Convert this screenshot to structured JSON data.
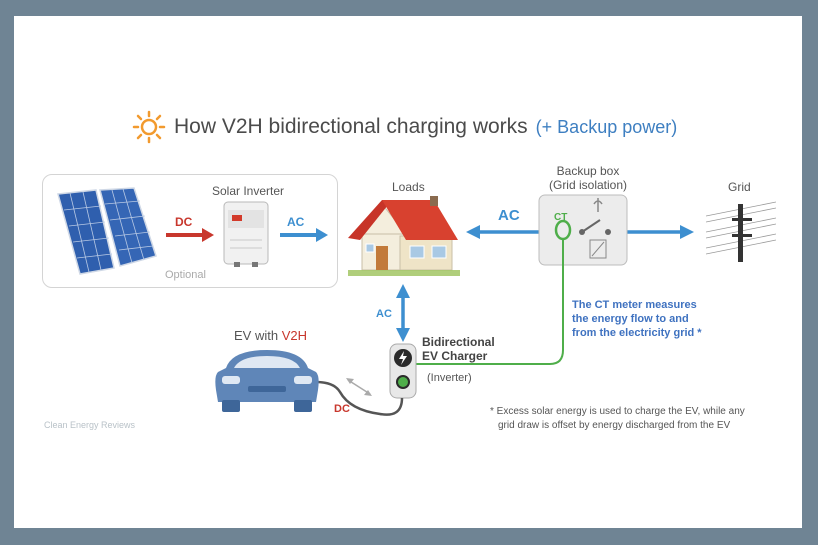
{
  "title": "How V2H bidirectional charging works",
  "title_sub": "(+ Backup power)",
  "solar": {
    "inverter_label": "Solar Inverter",
    "optional_label": "Optional",
    "dc_label": "DC",
    "ac_label": "AC"
  },
  "loads": {
    "label": "Loads"
  },
  "backup": {
    "title_line1": "Backup box",
    "title_line2": "(Grid isolation)",
    "ct_label": "CT"
  },
  "grid": {
    "label": "Grid"
  },
  "flows": {
    "ac_house_grid": "AC",
    "ac_vertical": "AC",
    "dc_car": "DC"
  },
  "ev": {
    "label_prefix": "EV with ",
    "label_highlight": "V2H"
  },
  "charger": {
    "line1": "Bidirectional",
    "line2": "EV Charger",
    "line3": "(Inverter)"
  },
  "ct_note": [
    "The CT meter measures",
    "the energy flow to and",
    "from the electricity grid *"
  ],
  "footnote": [
    "* Excess solar energy is used to charge the EV, while any",
    "grid draw is offset by energy discharged from the EV"
  ],
  "credit": "Clean Energy Reviews",
  "colors": {
    "frame": "#6f8494",
    "ac_blue": "#3d8fd0",
    "dc_red": "#c8372d",
    "ct_green": "#4fae4a",
    "roof_red": "#cf3a2e",
    "car_blue": "#5f86b8"
  }
}
